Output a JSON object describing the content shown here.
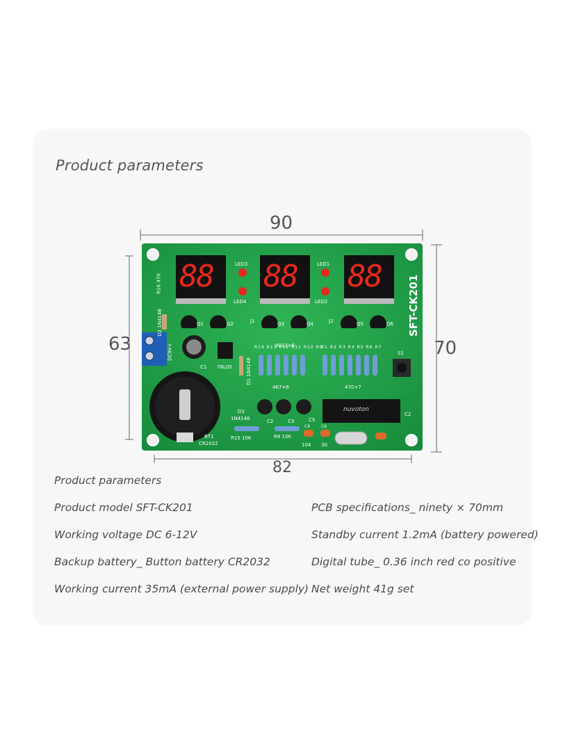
{
  "section_title": "Product parameters",
  "dimensions": {
    "width": "90",
    "height_left": "63",
    "height_right": "70",
    "inner_width": "82"
  },
  "board": {
    "model_label": "SFT-CK201",
    "pcb_color": "#1f9d46",
    "led_color": "#e8281b",
    "digits": [
      "88",
      "88",
      "88"
    ],
    "silkscreen": {
      "led3": "LED3",
      "led4": "LED4",
      "led1": "LED1",
      "led2": "LED2",
      "q1": "Q1",
      "q2": "Q2",
      "q3": "Q3",
      "q4": "Q4",
      "q5": "Q5",
      "q6": "Q6",
      "j1": "J1",
      "j2": "J2",
      "r16": "R16 470",
      "d2": "D2 1N4148",
      "dc": "DC9V+",
      "c1": "C1",
      "reg": "78L05",
      "d1": "D1 1N4148",
      "trans": "9012×6",
      "r_left": "R14 R13 R12 R11 R10 R9",
      "r_right": "R1 R2 R3 R4 R5 R6 R7",
      "r_left_val": "4K7×6",
      "r_right_val": "470×7",
      "s1": "S1",
      "c2": "C2",
      "d3": "D3",
      "d3_type": "1N4148",
      "r15": "R15 10K",
      "c_2": "C2",
      "c3": "C3",
      "r8": "R8 10K",
      "c5": "C5",
      "bt1": "BT1",
      "bt_type": "CR2032",
      "c4": "C4",
      "c4_val": "104",
      "c6": "C6",
      "c6_val": "30",
      "chip": "nuvoton"
    }
  },
  "params_title": "Product parameters",
  "params": {
    "left": [
      "Product model SFT-CK201",
      "Working voltage DC 6-12V",
      "Backup battery_ Button battery CR2032",
      "Working current 35mA (external power supply)"
    ],
    "right": [
      "PCB specifications_ ninety × 70mm",
      "Standby current 1.2mA (battery powered)",
      "Digital tube_ 0.36 inch red co positive",
      "Net weight 41g set"
    ]
  }
}
